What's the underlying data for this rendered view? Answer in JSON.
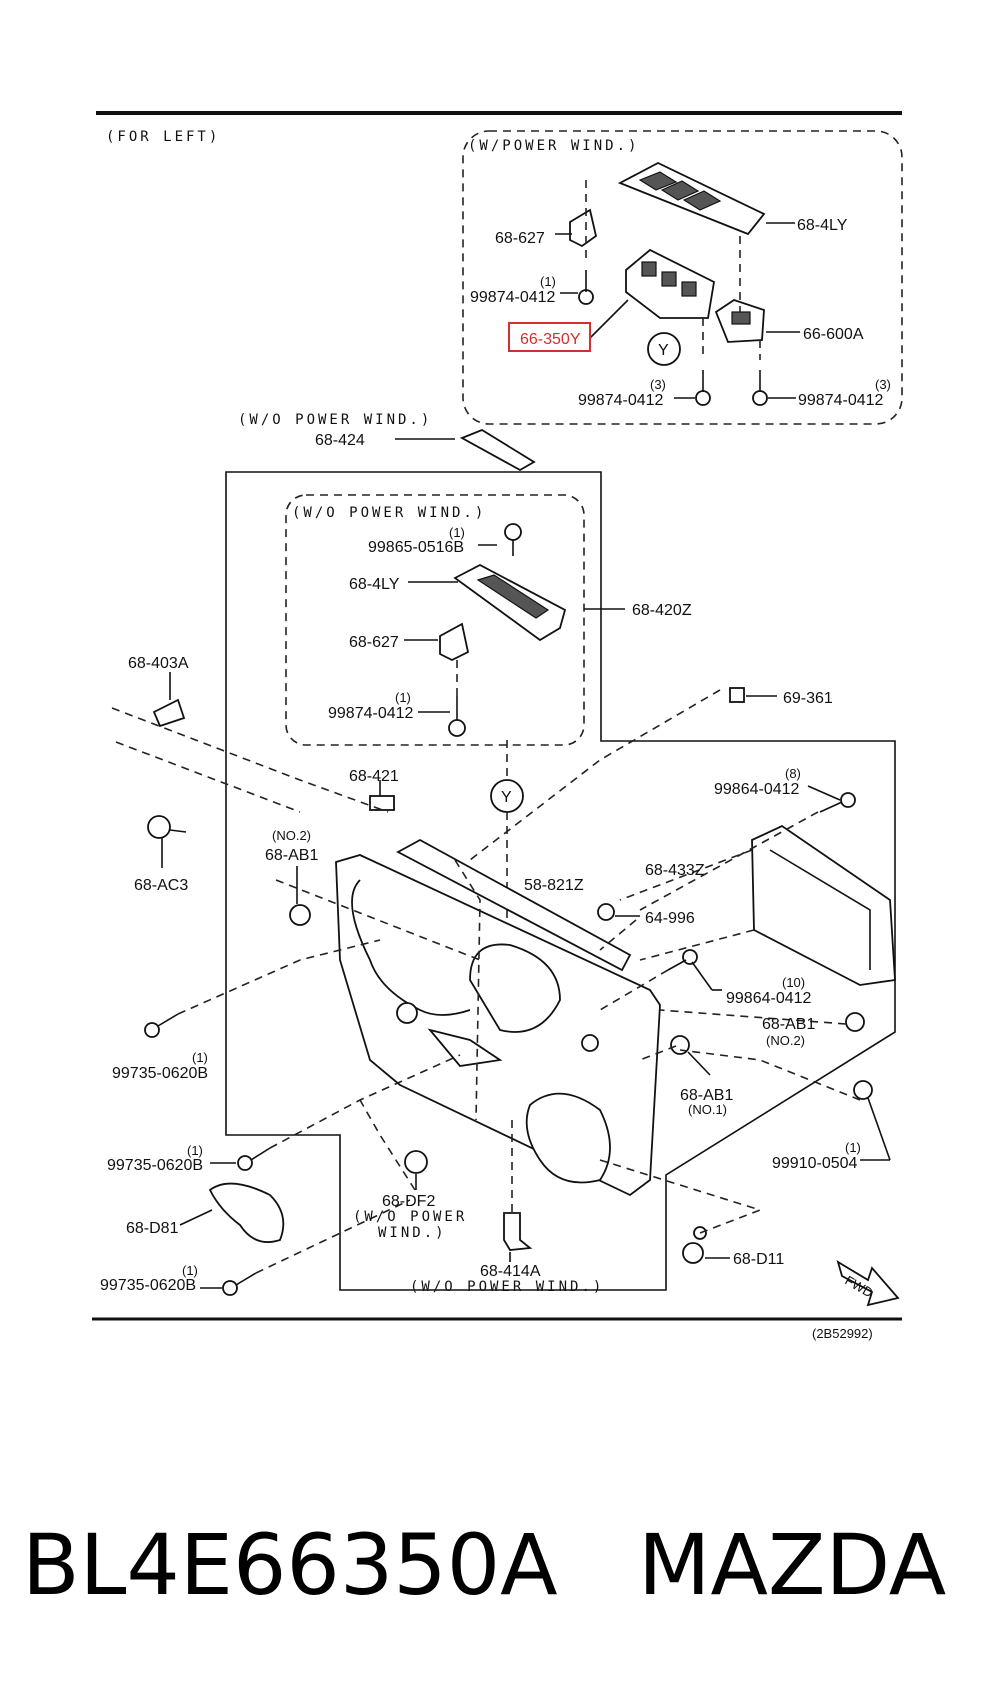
{
  "header": {
    "side_label": "(FOR LEFT)"
  },
  "variants": {
    "with_power": "(W/POWER WIND.)",
    "without_power": "(W/O POWER WIND.)",
    "without_power_split_1": "(W/O POWER",
    "without_power_split_2": "WIND.)"
  },
  "highlight": {
    "part": "66-350Y",
    "color": "#d32f2f"
  },
  "callouts": {
    "y_marker": "Y",
    "fwd": "FWD"
  },
  "labels": {
    "p68_627_a": "68-627",
    "q1_a": "(1)",
    "p99874_a": "99874-0412",
    "p66_350Y": "66-350Y",
    "p68_4LY_a": "68-4LY",
    "p66_600A": "66-600A",
    "q3_a": "(3)",
    "p99874_b": "99874-0412",
    "q3_b": "(3)",
    "p99874_c": "99874-0412",
    "p68_424": "68-424",
    "q1_b": "(1)",
    "p99865": "99865-0516B",
    "p68_4LY_b": "68-4LY",
    "p68_420Z": "68-420Z",
    "p68_627_b": "68-627",
    "q1_c": "(1)",
    "p99874_d": "99874-0412",
    "p68_403A": "68-403A",
    "p69_361": "69-361",
    "p68_421": "68-421",
    "q8": "(8)",
    "p99864_a": "99864-0412",
    "p68_AC3": "68-AC3",
    "no2_a": "(NO.2)",
    "p68_AB1_a": "68-AB1",
    "p58_821Z": "58-821Z",
    "p68_433Z": "68-433Z",
    "p64_996": "64-996",
    "q10": "(10)",
    "p99864_b": "99864-0412",
    "p68_AB1_b": "68-AB1",
    "no2_b": "(NO.2)",
    "q1_d": "(1)",
    "p99735_a": "99735-0620B",
    "p68_AB1_c": "68-AB1",
    "no1": "(NO.1)",
    "q1_e": "(1)",
    "p99735_b": "99735-0620B",
    "q1_f": "(1)",
    "p99910": "99910-0504",
    "p68_DF2": "68-DF2",
    "p68_D81": "68-D81",
    "q1_g": "(1)",
    "p99735_c": "99735-0620B",
    "p68_414A": "68-414A",
    "p68_D11": "68-D11",
    "diagram_code": "(2B52992)"
  },
  "footer": {
    "part_number": "BL4E66350A",
    "brand": "MAZDA"
  }
}
